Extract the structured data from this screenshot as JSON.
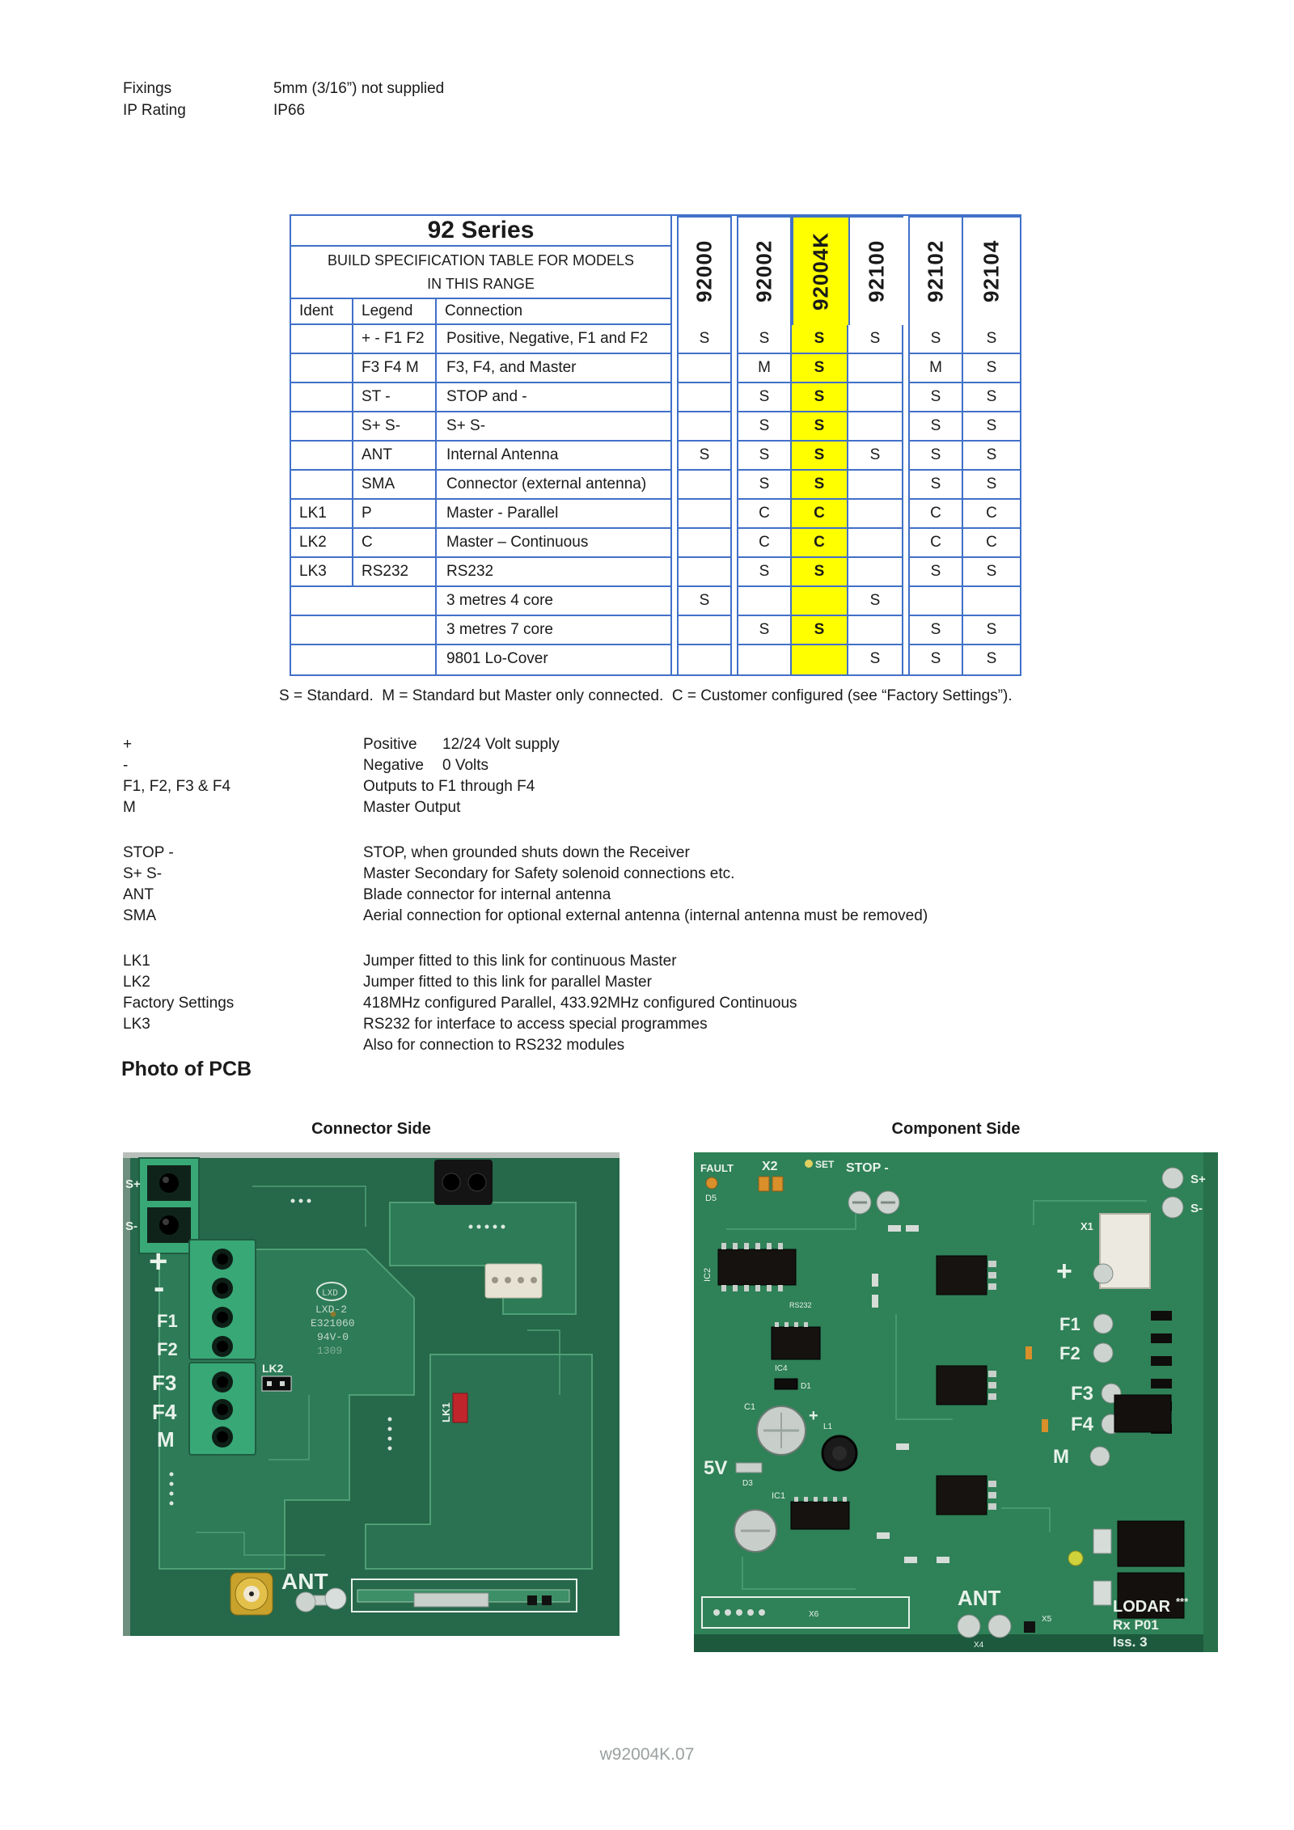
{
  "page": {
    "specs": [
      {
        "label": "Fixings",
        "value": "5mm (3/16”) not supplied"
      },
      {
        "label": "IP Rating",
        "value": "IP66"
      }
    ],
    "footer": "w92004K.07"
  },
  "table": {
    "title": "92 Series",
    "subtitle": "BUILD SPECIFICATION TABLE FOR MODELS IN THIS RANGE",
    "columns": [
      "Ident",
      "Legend",
      "Connection"
    ],
    "models": [
      "92000",
      "92002",
      "92004K",
      "92100",
      "92102",
      "92104"
    ],
    "highlight_model": "92004K",
    "highlight_color": "#FFFF00",
    "border_color": "#4170c8",
    "rows": [
      {
        "ident": "",
        "legend": "+ - F1 F2",
        "connection": "Positive, Negative, F1 and F2",
        "values": [
          "S",
          "S",
          "S",
          "S",
          "S",
          "S"
        ]
      },
      {
        "ident": "",
        "legend": "F3 F4 M",
        "connection": "F3, F4, and Master",
        "values": [
          "",
          "M",
          "S",
          "",
          "M",
          "S"
        ]
      },
      {
        "ident": "",
        "legend": "ST -",
        "connection": "STOP and -",
        "values": [
          "",
          "S",
          "S",
          "",
          "S",
          "S"
        ]
      },
      {
        "ident": "",
        "legend": "S+ S-",
        "connection": "S+ S-",
        "values": [
          "",
          "S",
          "S",
          "",
          "S",
          "S"
        ]
      },
      {
        "ident": "",
        "legend": "ANT",
        "connection": "Internal Antenna",
        "values": [
          "S",
          "S",
          "S",
          "S",
          "S",
          "S"
        ]
      },
      {
        "ident": "",
        "legend": "SMA",
        "connection": "Connector (external antenna)",
        "values": [
          "",
          "S",
          "S",
          "",
          "S",
          "S"
        ]
      },
      {
        "ident": "LK1",
        "legend": "P",
        "connection": "Master - Parallel",
        "values": [
          "",
          "C",
          "C",
          "",
          "C",
          "C"
        ]
      },
      {
        "ident": "LK2",
        "legend": "C",
        "connection": "Master – Continuous",
        "values": [
          "",
          "C",
          "C",
          "",
          "C",
          "C"
        ]
      },
      {
        "ident": "LK3",
        "legend": "RS232",
        "connection": "RS232",
        "values": [
          "",
          "S",
          "S",
          "",
          "S",
          "S"
        ]
      },
      {
        "ident": "",
        "legend": "",
        "connection": "3 metres 4 core",
        "values": [
          "S",
          "",
          "",
          "S",
          "",
          ""
        ]
      },
      {
        "ident": "",
        "legend": "",
        "connection": "3 metres 7 core",
        "values": [
          "",
          "S",
          "S",
          "",
          "S",
          "S"
        ]
      },
      {
        "ident": "",
        "legend": "",
        "connection": "9801 Lo-Cover",
        "values": [
          "",
          "",
          "",
          "S",
          "S",
          "S"
        ]
      }
    ],
    "key": "S = Standard.  M = Standard but Master only connected.  C = Customer configured (see “Factory Settings”)."
  },
  "definitions": {
    "block1": [
      {
        "term": "+",
        "desc": "Positive",
        "desc2": "12/24 Volt supply"
      },
      {
        "term": "-",
        "desc": "Negative",
        "desc2": "0 Volts"
      },
      {
        "term": "F1, F2, F3 & F4",
        "desc": "Outputs to F1 through F4"
      },
      {
        "term": "M",
        "desc": "Master Output"
      }
    ],
    "block2": [
      {
        "term": "STOP -",
        "desc": "STOP, when grounded shuts down the Receiver"
      },
      {
        "term": "S+ S-",
        "desc": "Master Secondary for Safety solenoid connections etc."
      },
      {
        "term": "ANT",
        "desc": "Blade connector for internal antenna"
      },
      {
        "term": "SMA",
        "desc": "Aerial connection for optional external antenna (internal antenna must be removed)"
      }
    ],
    "block3": [
      {
        "term": "LK1",
        "desc": "Jumper fitted to this link for continuous Master"
      },
      {
        "term": "LK2",
        "desc": "Jumper fitted to this link for parallel Master"
      },
      {
        "term": "Factory Settings",
        "desc": "418MHz configured Parallel, 433.92MHz configured Continuous"
      },
      {
        "term": "LK3",
        "desc": "RS232 for interface to access special programmes"
      },
      {
        "term": "",
        "desc": "Also for connection to RS232 modules"
      }
    ]
  },
  "pcb": {
    "heading": "Photo of PCB",
    "connector_side": {
      "caption": "Connector Side",
      "labels": {
        "s_plus": "S+",
        "s_minus": "S-",
        "plus": "+",
        "minus": "-",
        "f1": "F1",
        "f2": "F2",
        "f3": "F3",
        "f4": "F4",
        "m": "M",
        "lk1": "LK1",
        "lk2": "LK2",
        "ant": "ANT",
        "silk_logo": "LXD",
        "silk_model": "LXD-2",
        "silk_code": "E321060",
        "silk_rating": "94V-0",
        "silk_date": "1309"
      }
    },
    "component_side": {
      "caption": "Component Side",
      "labels": {
        "fault": "FAULT",
        "d5": "D5",
        "x2": "X2",
        "set": "SET",
        "stop": "STOP -",
        "s_plus": "S+",
        "s_minus": "S-",
        "ic2": "IC2",
        "rs232": "RS232",
        "ic4": "IC4",
        "d1": "D1",
        "c1": "C1",
        "l1": "L1",
        "five_v": "5V",
        "d3": "D3",
        "ic1": "IC1",
        "x1": "X1",
        "plus": "+",
        "f1": "F1",
        "f2": "F2",
        "f3": "F3",
        "f4": "F4",
        "m": "M",
        "x6": "X6",
        "ant": "ANT",
        "x4": "X4",
        "x5": "X5",
        "lodar": "LODAR",
        "stars": "***",
        "rx": "Rx P01",
        "iss": "Iss. 3"
      }
    }
  }
}
